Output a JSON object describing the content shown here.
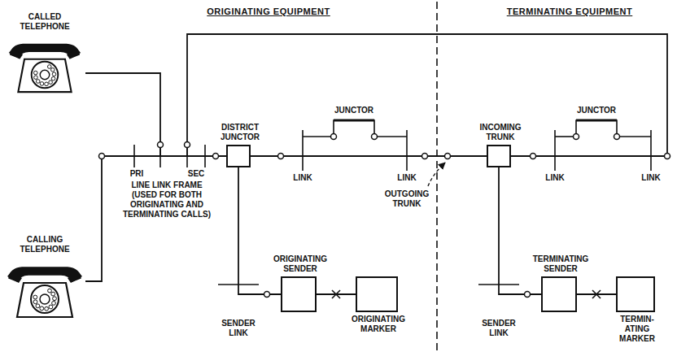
{
  "diagram": {
    "nodes": [
      {
        "text": [
          "CALLED TELEPHONE"
        ]
      },
      {
        "text": [
          "CALLING TELEPHONE"
        ]
      },
      {
        "text": [
          "DISTRICT JUNCTOR"
        ]
      },
      {
        "text": [
          "ORIGINATING SENDER"
        ]
      },
      {
        "text": [
          "ORIGINATING MARKER"
        ]
      },
      {
        "text": [
          "INCOMING TRUNK"
        ]
      },
      {
        "text": [
          "TERMINATING SENDER"
        ]
      },
      {
        "text": [
          "TERMIN- ATING MARKER"
        ]
      }
    ],
    "edges": [
      {
        "from": 1,
        "to": 2,
        "arrow": "none"
      },
      {
        "from": 2,
        "to": 5,
        "arrow": "none"
      },
      {
        "from": 5,
        "to": 0,
        "arrow": "none"
      },
      {
        "from": 2,
        "to": 3,
        "arrow": "none"
      },
      {
        "from": 3,
        "to": 4,
        "arrow": "none"
      },
      {
        "from": 5,
        "to": 6,
        "arrow": "none"
      },
      {
        "from": 6,
        "to": 7,
        "arrow": "none"
      }
    ],
    "labels": [
      "ORIGINATING EQUIPMENT",
      "TERMINATING EQUIPMENT",
      "JUNCTOR",
      "JUNCTOR",
      "PRI",
      "SEC",
      "LINE LINK FRAME (USED FOR BOTH ORIGINATING AND TERMINATING CALLS)",
      "LINK",
      "LINK",
      "OUTGOING TRUNK",
      "LINK",
      "LINK",
      "SENDER LINK",
      "SENDER LINK"
    ]
  }
}
